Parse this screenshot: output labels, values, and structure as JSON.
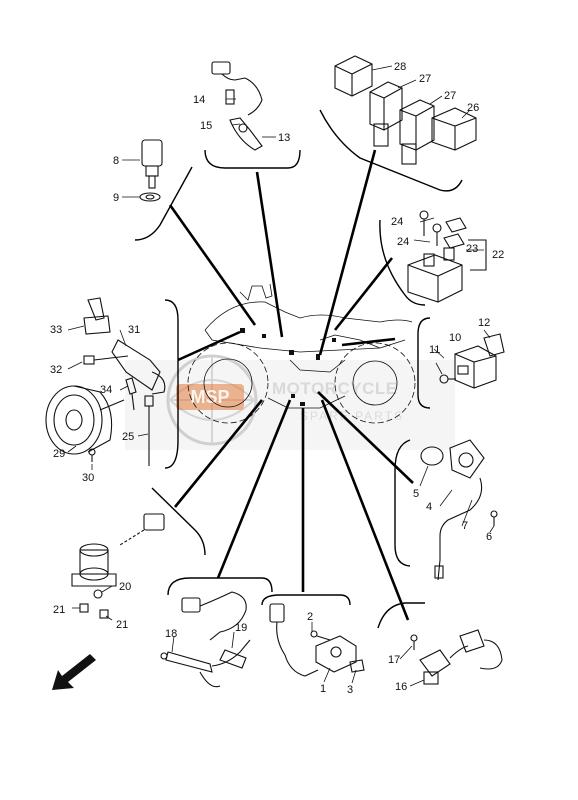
{
  "watermark": {
    "logo_text": "MSP",
    "title": "MOTORCYCLE",
    "subtitle": "SPARE PARTS",
    "accent_color": "#e07a3a",
    "gray_color": "#c8c8c8"
  },
  "callouts": {
    "c1": "1",
    "c2": "2",
    "c3": "3",
    "c4": "4",
    "c5": "5",
    "c6": "6",
    "c7": "7",
    "c8": "8",
    "c9": "9",
    "c10": "10",
    "c11": "11",
    "c12": "12",
    "c13": "13",
    "c14": "14",
    "c15": "15",
    "c16": "16",
    "c17": "17",
    "c18": "18",
    "c19": "19",
    "c20": "20",
    "c21a": "21",
    "c21b": "21",
    "c22": "22",
    "c23": "23",
    "c24a": "24",
    "c24b": "24",
    "c25": "25",
    "c26": "26",
    "c27a": "27",
    "c27b": "27",
    "c28": "28",
    "c29": "29",
    "c30": "30",
    "c31": "31",
    "c32": "32",
    "c33": "33",
    "c34": "34"
  },
  "direction_arrow_icon": "front-arrow-icon"
}
